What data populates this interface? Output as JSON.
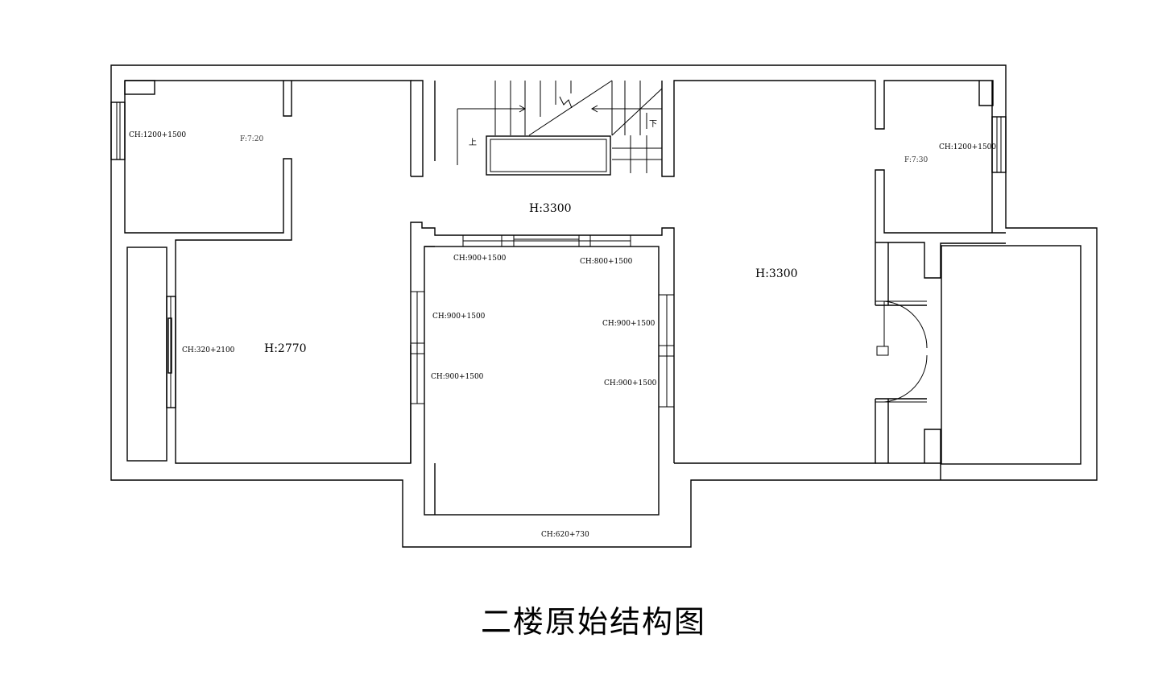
{
  "title": "二楼原始结构图",
  "rooms": {
    "stair_hall_height": "H:3300",
    "right_room_height": "H:3300",
    "left_room_height": "H:2770"
  },
  "stairs": {
    "up_label": "上",
    "down_label": "下"
  },
  "windows": {
    "top_left": "CH:1200+1500",
    "top_right": "CH:1200+1500",
    "left_mid": "CH:320+2100",
    "center_top_left": "CH:900+1500",
    "center_top_right": "CH:800+1500",
    "center_left_upper": "CH:900+1500",
    "center_left_lower": "CH:900+1500",
    "center_right_upper": "CH:900+1500",
    "center_right_lower": "CH:900+1500",
    "bottom_bay": "CH:620+730"
  },
  "notes": {
    "top_left_room": "F:7:20",
    "top_right_room": "F:7:30"
  }
}
